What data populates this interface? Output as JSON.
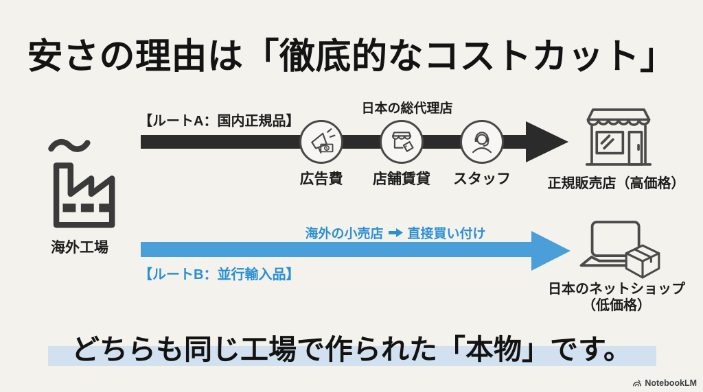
{
  "title": "安さの理由は「徹底的なコストカット」",
  "factory": {
    "label": "海外工場",
    "icon": "factory-icon"
  },
  "route_a": {
    "label": "【ルートA：国内正規品】",
    "agent_heading": "日本の総代理店",
    "arrow_color": "#2b2b2b",
    "costs": [
      {
        "label": "広告費",
        "icon": "megaphone-money-icon"
      },
      {
        "label": "店舗賃貸",
        "icon": "shop-tag-icon"
      },
      {
        "label": "スタッフ",
        "icon": "support-staff-icon"
      }
    ],
    "destination": {
      "label": "正規販売店（高価格）",
      "icon": "storefront-icon"
    }
  },
  "route_b": {
    "label": "【ルートB：並行輸入品】",
    "flow": {
      "from": "海外の小売店",
      "to": "直接買い付け",
      "arrow_icon": "right-arrow-icon"
    },
    "arrow_color": "#4a9fd8",
    "text_color": "#2b8fd3",
    "destination": {
      "line1": "日本のネットショップ",
      "line2": "（低価格）",
      "icons": [
        "laptop-icon",
        "package-box-icon"
      ]
    }
  },
  "conclusion": "どちらも同じ工場で作られた「本物」です。",
  "watermark": {
    "label": "NotebookLM",
    "icon": "notebooklm-logo-icon"
  },
  "colors": {
    "background": "#f3f2ed",
    "ink": "#1c1c1c",
    "highlight_band": "#d2e1ef",
    "icon_stroke": "#4a4a4a"
  }
}
